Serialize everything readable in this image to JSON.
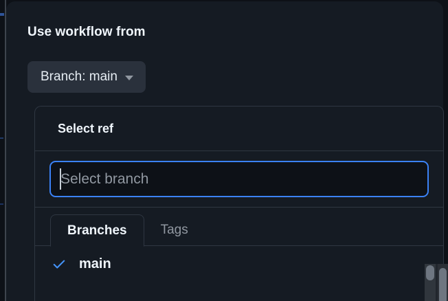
{
  "dialog": {
    "heading": "Use workflow from",
    "branch_button": {
      "label": "Branch: main",
      "icon": "chevron-down-icon"
    }
  },
  "ref_panel": {
    "title": "Select ref",
    "filter": {
      "value": "",
      "placeholder": "Select branch",
      "focused": true
    },
    "tabs": [
      {
        "label": "Branches",
        "selected": true
      },
      {
        "label": "Tags",
        "selected": false
      }
    ],
    "items": [
      {
        "label": "main",
        "selected": true,
        "icon": "check-icon"
      }
    ]
  },
  "colors": {
    "accent_blue": "#3b82f6",
    "check_blue": "#4493f8",
    "dialog_bg": "#151b23",
    "page_bg": "#0d1117",
    "input_bg": "#0d1117",
    "border": "#2f3742",
    "text_primary": "#f0f6fc",
    "text_muted": "#9198a1",
    "button_bg": "#2a313c"
  },
  "scrollbars": {
    "inner_list": "inner-scrollbar",
    "page": "page-scrollbar"
  }
}
